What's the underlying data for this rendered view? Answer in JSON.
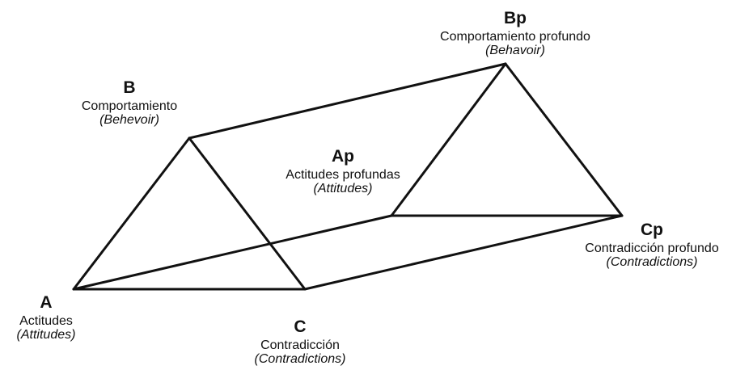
{
  "nodes": {
    "A": {
      "letter": "A",
      "name": "Actitudes",
      "english": "(Attitudes)"
    },
    "B": {
      "letter": "B",
      "name": "Comportamiento",
      "english": "(Behevoir)"
    },
    "C": {
      "letter": "C",
      "name": "Contradicción",
      "english": "(Contradictions)"
    },
    "Ap": {
      "letter": "Ap",
      "name": "Actitudes profundas",
      "english": "(Attitudes)"
    },
    "Bp": {
      "letter": "Bp",
      "name": "Comportamiento profundo",
      "english": "(Behavoir)"
    },
    "Cp": {
      "letter": "Cp",
      "name": "Contradicción profundo",
      "english": "(Contradictions)"
    }
  },
  "edges": [
    [
      "A",
      "B"
    ],
    [
      "B",
      "C"
    ],
    [
      "A",
      "C"
    ],
    [
      "Ap",
      "Bp"
    ],
    [
      "Bp",
      "Cp"
    ],
    [
      "Ap",
      "Cp"
    ],
    [
      "A",
      "Ap"
    ],
    [
      "B",
      "Bp"
    ],
    [
      "C",
      "Cp"
    ]
  ]
}
